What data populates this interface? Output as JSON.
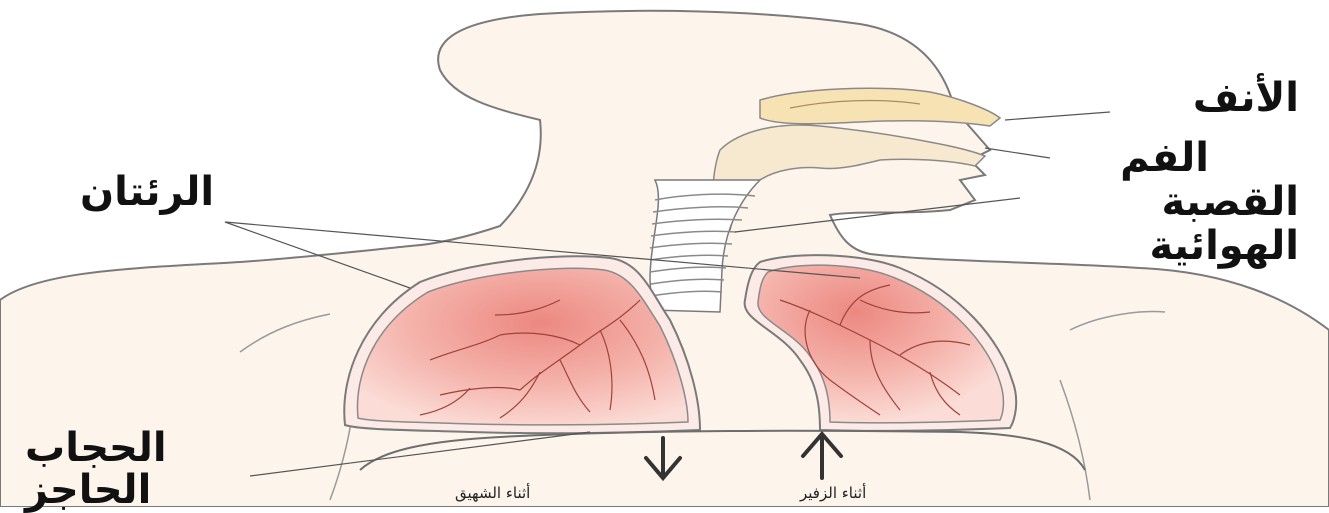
{
  "labels": {
    "nose": "الأنف",
    "mouth": "الفم",
    "trachea_line1": "القصبة",
    "trachea_line2": "الهوائية",
    "lungs": "الرئتان",
    "diaphragm_line1": "الحجاب",
    "diaphragm_line2": "الحاجز",
    "inhale": "أثناء الشهيق",
    "exhale": "أثناء الزفير"
  },
  "colors": {
    "skin": "#fdf4ec",
    "outline": "#6e6e6e",
    "lung_fill": "#f6c0b8",
    "lung_center": "#ee8c84",
    "vessels": "#a0413c",
    "nasal_cavity": "#f7e2b4",
    "trachea": "#ffffff"
  },
  "icons": [
    "down-arrow-icon",
    "up-arrow-icon"
  ]
}
